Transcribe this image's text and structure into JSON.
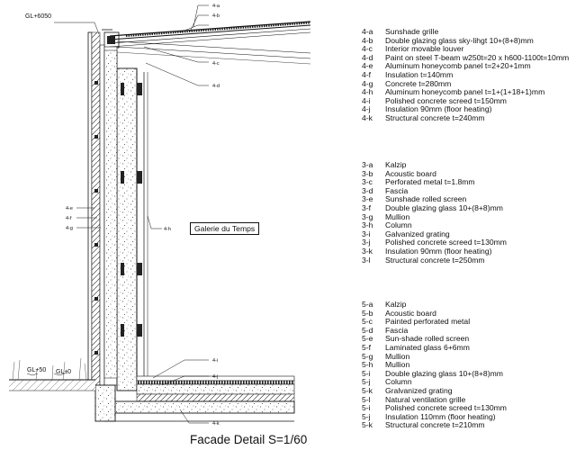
{
  "drawing": {
    "caption": "Facade Detail S=1/60",
    "room_label": "Galerie du Temps",
    "level_roof": "GL+6050",
    "level_ground_1": "GL+50",
    "level_ground_2": "GL±0"
  },
  "callouts": {
    "top": [
      "4-a",
      "4-b",
      "4-c",
      "4-d"
    ],
    "left": [
      "4-e",
      "4-f",
      "4-g"
    ],
    "mid": "4-h",
    "bottom": [
      "4-i",
      "4-j",
      "4-k"
    ]
  },
  "legend_4": [
    {
      "code": "4-a",
      "desc": "Sunshade grille"
    },
    {
      "code": "4-b",
      "desc": "Double glazing glass sky-lihgt 10+(8+8)mm"
    },
    {
      "code": "4-c",
      "desc": "Interior movable louver"
    },
    {
      "code": "4-d",
      "desc": "Paint on steel T-beam w250t=20 x h600-1100t=10mm"
    },
    {
      "code": "4-e",
      "desc": "Aluminum honeycomb panel t=2+20+1mm"
    },
    {
      "code": "4-f",
      "desc": "Insulation t=140mm"
    },
    {
      "code": "4-g",
      "desc": "Concrete t=280mm"
    },
    {
      "code": "4-h",
      "desc": "Aluminum honeycomb panel t=1+(1+18+1)mm"
    },
    {
      "code": "4-i",
      "desc": "Polished concrete screed t=150mm"
    },
    {
      "code": "4-j",
      "desc": "Insulation 90mm (floor heating)"
    },
    {
      "code": "4-k",
      "desc": "Structural concrete t=240mm"
    }
  ],
  "legend_3": [
    {
      "code": "3-a",
      "desc": "Kalzip"
    },
    {
      "code": "3-b",
      "desc": "Acoustic board"
    },
    {
      "code": "3-c",
      "desc": "Perforated metal t=1.8mm"
    },
    {
      "code": "3-d",
      "desc": "Fascia"
    },
    {
      "code": "3-e",
      "desc": "Sunshade rolled screen"
    },
    {
      "code": "3-f",
      "desc": "Double glazing glass 10+(8+8)mm"
    },
    {
      "code": "3-g",
      "desc": "Mullion"
    },
    {
      "code": "3-h",
      "desc": "Column"
    },
    {
      "code": "3-i",
      "desc": "Galvanized grating"
    },
    {
      "code": "3-j",
      "desc": "Polished concrete screed t=130mm"
    },
    {
      "code": "3-k",
      "desc": "Insulation 90mm (floor heating)"
    },
    {
      "code": "3-l",
      "desc": "Structural concrete t=250mm"
    }
  ],
  "legend_5": [
    {
      "code": "5-a",
      "desc": "Kalzip"
    },
    {
      "code": "5-b",
      "desc": "Acoustic board"
    },
    {
      "code": "5-c",
      "desc": "Painted perforated metal"
    },
    {
      "code": "5-d",
      "desc": "Fascia"
    },
    {
      "code": "5-e",
      "desc": "Sun-shade rolled screen"
    },
    {
      "code": "5-f",
      "desc": "Laminated glass 6+6mm"
    },
    {
      "code": "5-g",
      "desc": "Mullion"
    },
    {
      "code": "5-h",
      "desc": "Mullion"
    },
    {
      "code": "5-i",
      "desc": "Double glazing glass 10+(8+8)mm"
    },
    {
      "code": "5-j",
      "desc": "Column"
    },
    {
      "code": "5-k",
      "desc": "Gralvanized grating"
    },
    {
      "code": "5-l",
      "desc": "Natural ventilation grille"
    },
    {
      "code": "5-i",
      "desc": "Polished concrete screed t=130mm"
    },
    {
      "code": "5-j",
      "desc": "Insulation 110mm (floor heating)"
    },
    {
      "code": "5-k",
      "desc": "Structural concrete t=210mm"
    }
  ]
}
